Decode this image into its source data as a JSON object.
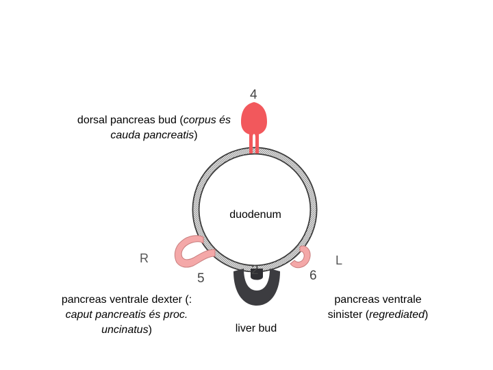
{
  "labels": {
    "dorsal": {
      "line1_pre": "dorsal pancreas bud (",
      "line1_italic": "corpus és",
      "line2_italic": "cauda pancreatis",
      "line2_post": ")"
    },
    "duodenum": "duodenum",
    "ventral_dexter": {
      "line1": "pancreas ventrale dexter (:",
      "line2_italic": "caput pancreatis és proc.",
      "line3_italic": "uncinatus",
      "line3_post": ")"
    },
    "ventral_sinister": {
      "line1": "pancreas ventrale",
      "line2_pre": "sinister (",
      "line2_italic": "regrediated",
      "line2_post": ")"
    },
    "liver_bud": "liver bud"
  },
  "figure_marks": {
    "num_4": "4",
    "num_2": "2",
    "num_5": "5",
    "num_6": "6",
    "side_R": "R",
    "side_L": "L"
  },
  "colors": {
    "dorsal_bud": "#f2585c",
    "ventral_right_bud": "#f4a8a8",
    "ventral_left_bud": "#f4a8a8",
    "liver_bud": "#3c3c40",
    "duodenum_wall": "#bdbdbd"
  }
}
